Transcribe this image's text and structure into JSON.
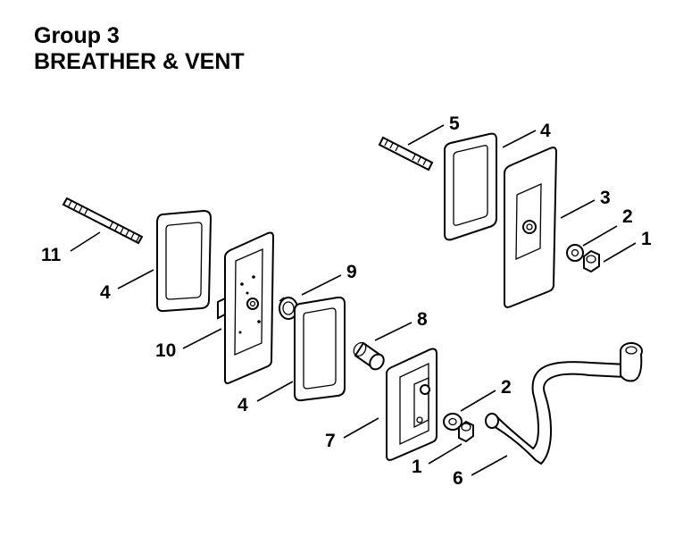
{
  "header": {
    "group": "Group 3",
    "title": "BREATHER & VENT"
  },
  "callouts": {
    "n1a": "1",
    "n2a": "2",
    "n3": "3",
    "n4a": "4",
    "n5": "5",
    "n11": "11",
    "n4b": "4",
    "n9": "9",
    "n10": "10",
    "n4c": "4",
    "n8": "8",
    "n2b": "2",
    "n7": "7",
    "n1b": "1",
    "n6": "6"
  }
}
